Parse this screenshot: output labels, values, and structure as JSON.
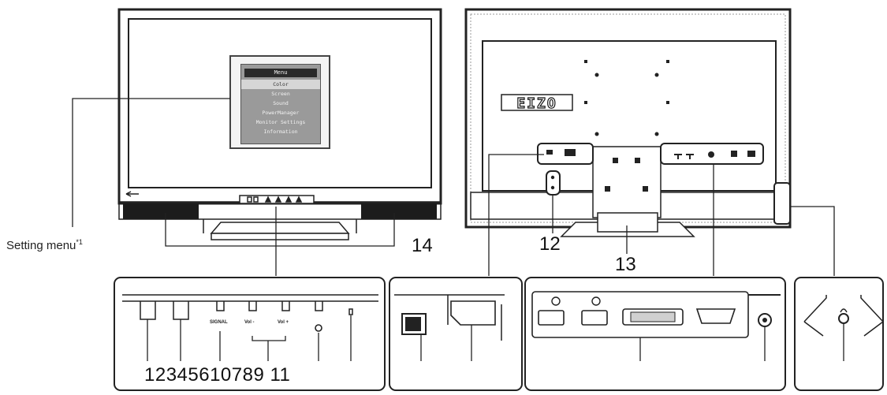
{
  "labels": {
    "setting_menu": "Setting menu",
    "setting_menu_note": "*1",
    "n14": "14",
    "n12": "12",
    "n13": "13",
    "bottom_numbers": "12345610789 11"
  },
  "osd_menu": {
    "title": "Menu",
    "items": [
      "Color",
      "Screen",
      "Sound",
      "PowerManager",
      "Monitor Settings",
      "Information"
    ],
    "selected_index": 0
  },
  "buttons": {
    "signal": "SIGNAL",
    "vol_minus": "Vol -",
    "vol_plus": "Vol +"
  },
  "logo": "EIZO"
}
